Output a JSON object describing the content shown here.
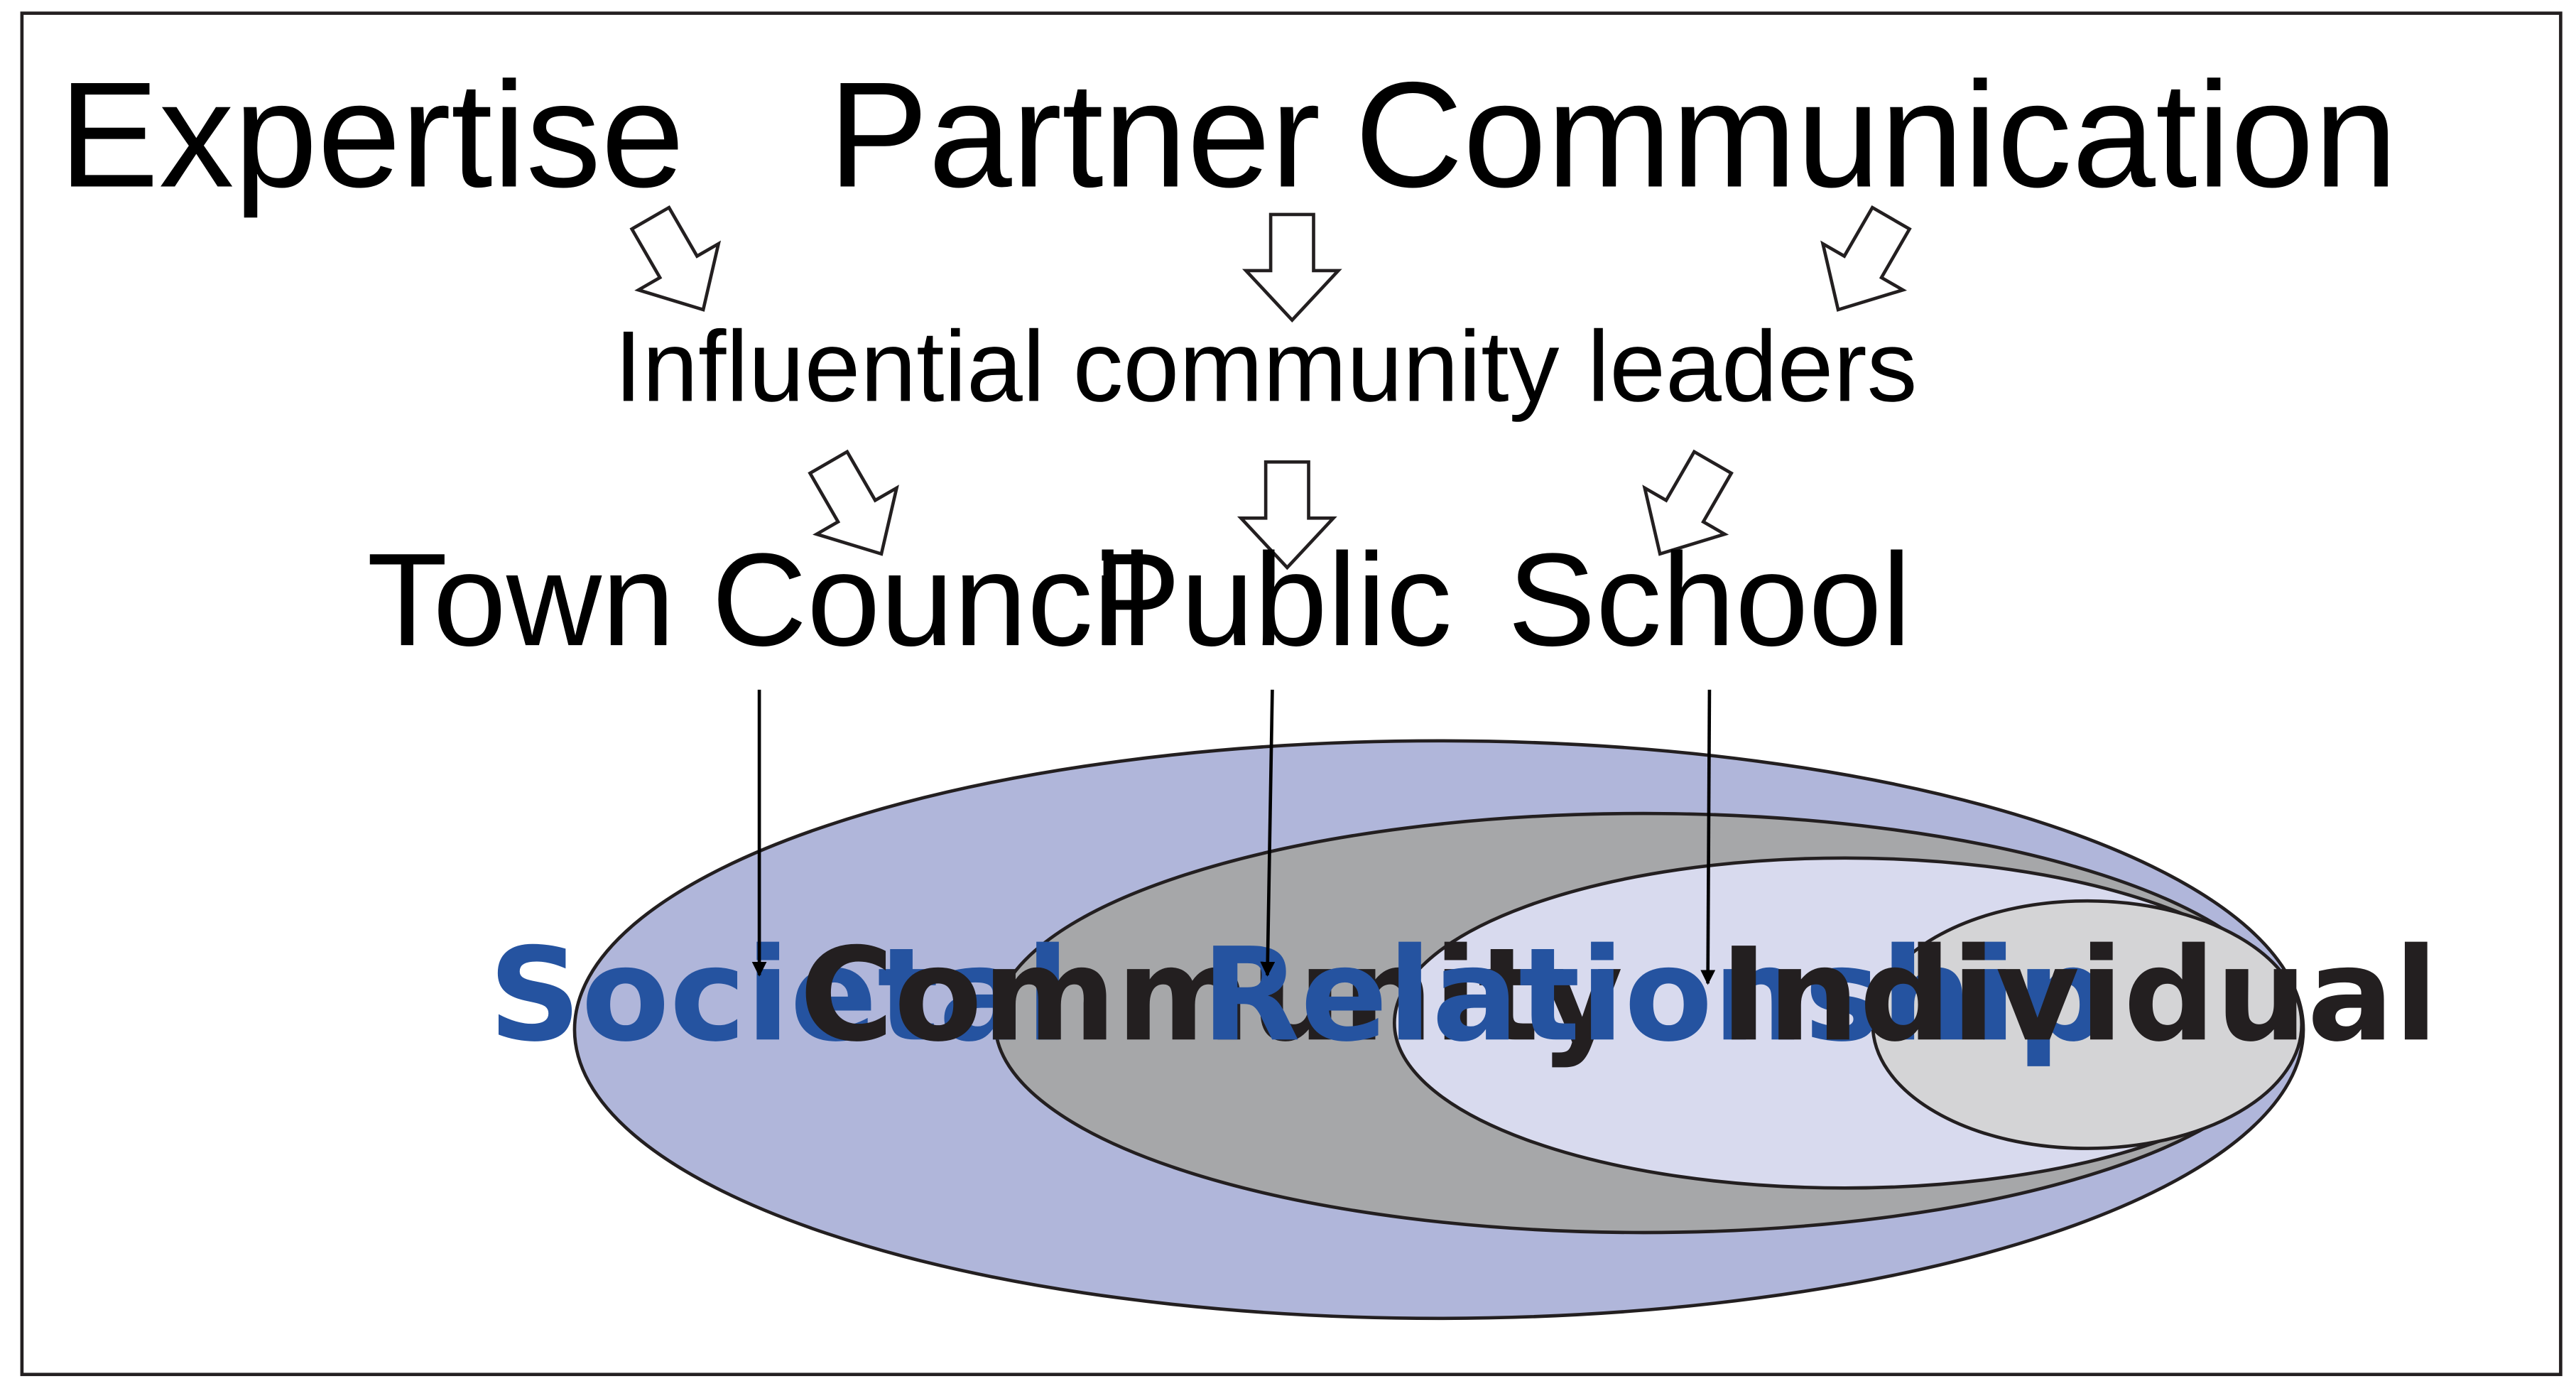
{
  "sources": [
    {
      "label": "Expertise"
    },
    {
      "label": "Partner"
    },
    {
      "label": "Communication"
    }
  ],
  "hub": {
    "label": "Influential community leaders"
  },
  "targets": [
    {
      "label": "Town Council"
    },
    {
      "label": "Public"
    },
    {
      "label": "School"
    }
  ],
  "levels": [
    {
      "label": "Societal",
      "fill": "#b0b6da",
      "text_color": "#2553a0"
    },
    {
      "label": "Community",
      "fill": "#a6a7a9",
      "text_color": "#231f20"
    },
    {
      "label": "Relationship",
      "fill": "#d8daee",
      "text_color": "#2553a0"
    },
    {
      "label": "Individual",
      "fill": "#d4d4d6",
      "text_color": "#231f20"
    }
  ],
  "colors": {
    "frame": "#231f20",
    "stroke": "#231f20",
    "background": "#ffffff"
  }
}
